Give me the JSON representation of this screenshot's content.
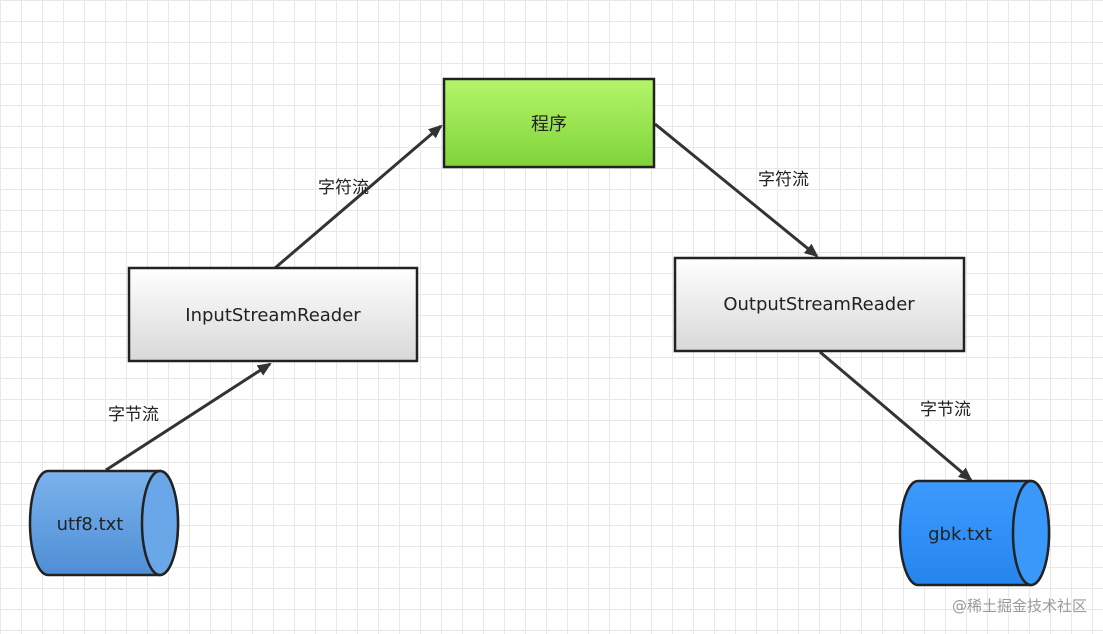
{
  "nodes": {
    "program": {
      "label": "程序",
      "fill": "#8fe34a"
    },
    "input_reader": {
      "label": "InputStreamReader"
    },
    "output_reader": {
      "label": "OutputStreamReader"
    },
    "utf8_file": {
      "label": "utf8.txt",
      "fill": "#5b9bdf"
    },
    "gbk_file": {
      "label": "gbk.txt",
      "fill": "#2f8ef5"
    }
  },
  "edges": {
    "utf8_to_input": {
      "label": "字节流"
    },
    "input_to_program": {
      "label": "字符流"
    },
    "program_to_output": {
      "label": "字符流"
    },
    "output_to_gbk": {
      "label": "字节流"
    }
  },
  "watermark": "@稀土掘金技术社区"
}
